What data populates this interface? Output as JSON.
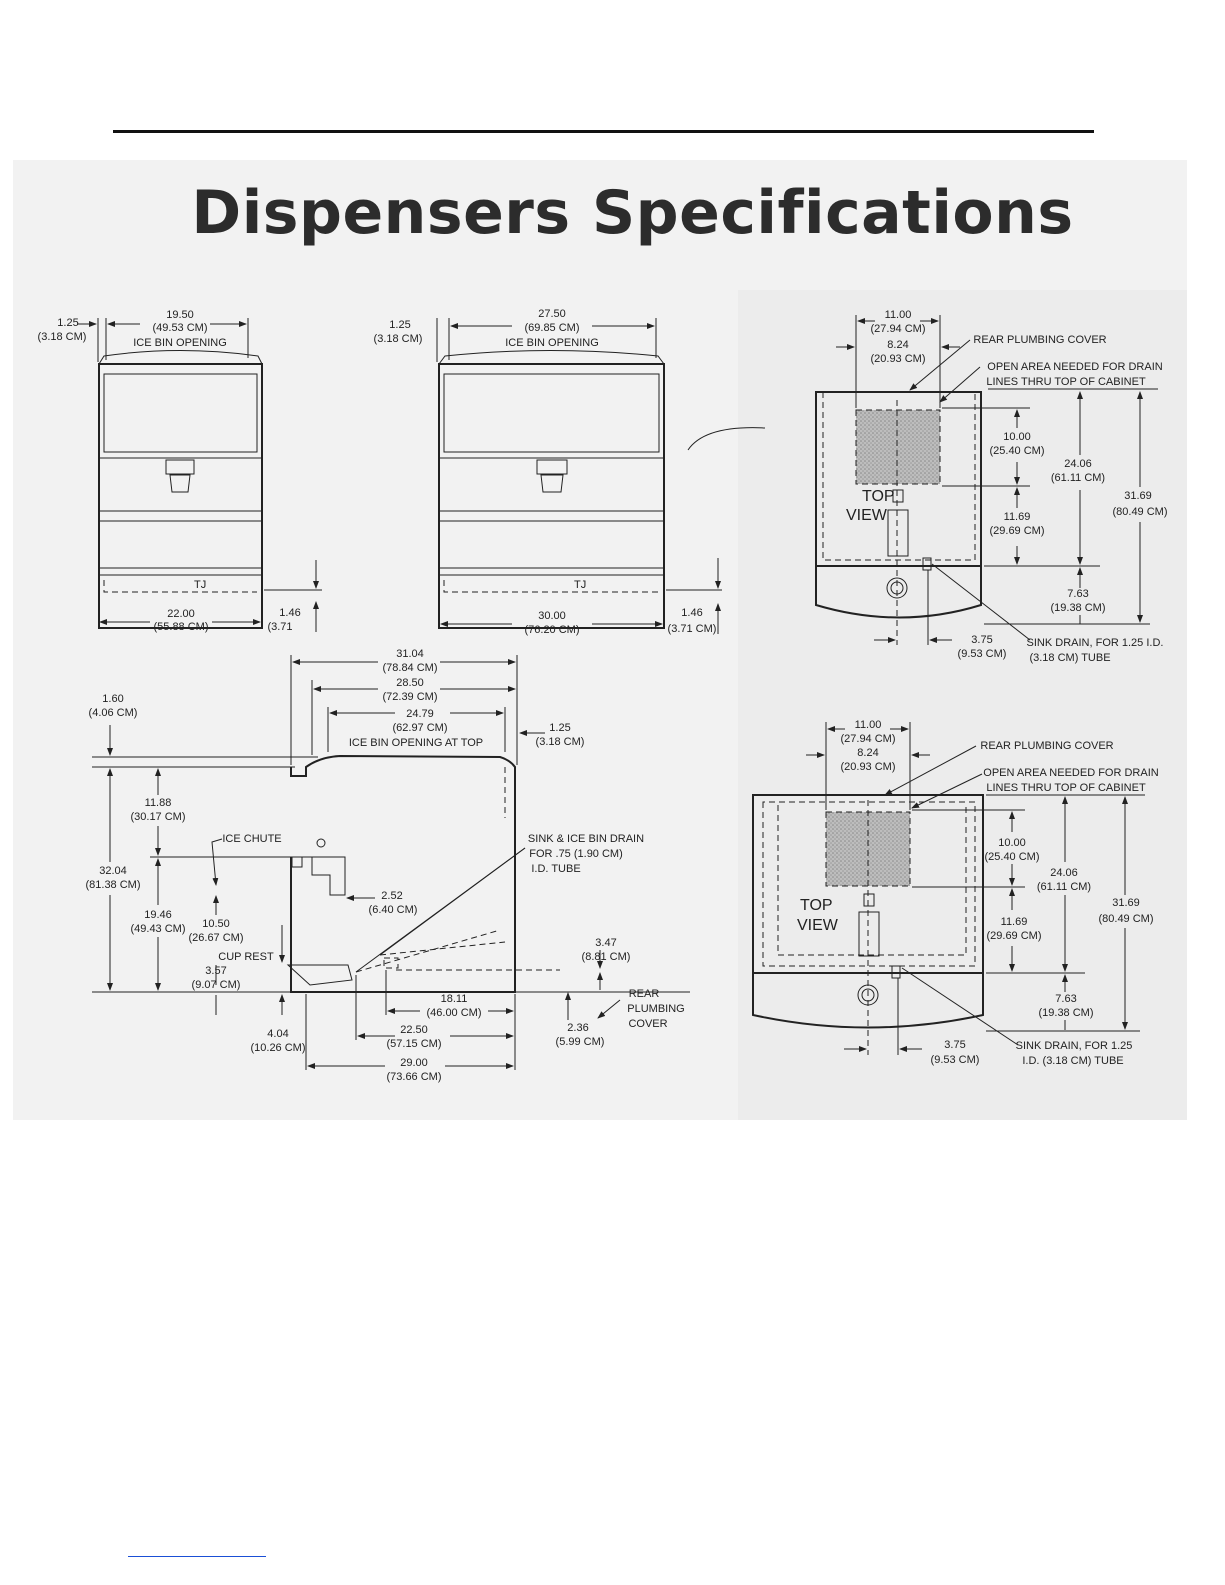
{
  "title": "Dispensers Specifications",
  "front_small": {
    "side_dim": "1.25",
    "side_dim_cm": "(3.18 CM)",
    "opening": "19.50",
    "opening_cm": "(49.53 CM)",
    "opening_label": "ICE BIN OPENING",
    "width": "22.00",
    "width_cm": "(55.88 CM)",
    "base": "1.46",
    "base_cm": "(3.71"
  },
  "front_large": {
    "side_dim": "1.25",
    "side_dim_cm": "(3.18 CM)",
    "opening": "27.50",
    "opening_cm": "(69.85 CM)",
    "opening_label": "ICE BIN OPENING",
    "width": "30.00",
    "width_cm": "(76.20 CM)",
    "base": "1.46",
    "base_cm": "(3.71 CM)"
  },
  "side": {
    "d1": "31.04",
    "d1_cm": "(78.84 CM)",
    "d2": "28.50",
    "d2_cm": "(72.39 CM)",
    "d3": "24.79",
    "d3_cm": "(62.97 CM)",
    "d3_label": "ICE BIN OPENING AT TOP",
    "d4": "1.25",
    "d4_cm": "(3.18 CM)",
    "d5": "1.60",
    "d5_cm": "(4.06 CM)",
    "d6": "11.88",
    "d6_cm": "(30.17 CM)",
    "chute": "ICE CHUTE",
    "drain": "SINK & ICE BIN DRAIN",
    "drain2": "FOR .75 (1.90 CM)",
    "drain3": "I.D. TUBE",
    "d7": "32.04",
    "d7_cm": "(81.38 CM)",
    "d8": "19.46",
    "d8_cm": "(49.43 CM)",
    "d9": "10.50",
    "d9_cm": "(26.67 CM)",
    "d10": "2.52",
    "d10_cm": "(6.40 CM)",
    "cup": "CUP REST",
    "d11": "3.57",
    "d11_cm": "(9.07 CM)",
    "d12": "3.47",
    "d12_cm": "(8.81 CM)",
    "d13": "18.11",
    "d13_cm": "(46.00 CM)",
    "rear": "REAR",
    "rear2": "PLUMBING",
    "rear3": "COVER",
    "d14": "2.36",
    "d14_cm": "(5.99 CM)",
    "d15": "4.04",
    "d15_cm": "(10.26 CM)",
    "d16": "22.50",
    "d16_cm": "(57.15 CM)",
    "d17": "29.00",
    "d17_cm": "(73.66 CM)"
  },
  "top_view_1": {
    "w": "11.00",
    "w_cm": "(27.94 CM)",
    "w2": "8.24",
    "w2_cm": "(20.93 CM)",
    "rear_cover": "REAR PLUMBING COVER",
    "open1": "OPEN AREA NEEDED FOR DRAIN",
    "open2": "LINES THRU TOP OF CABINET",
    "h1": "10.00",
    "h1_cm": "(25.40 CM)",
    "h2": "24.06",
    "h2_cm": "(61.11 CM)",
    "h3": "31.69",
    "h3_cm": "(80.49 CM)",
    "h4": "11.69",
    "h4_cm": "(29.69 CM)",
    "h5": "7.63",
    "h5_cm": "(19.38 CM)",
    "top": "TOP",
    "view": "VIEW",
    "d": "3.75",
    "d_cm": "(9.53 CM)",
    "sink1": "SINK DRAIN, FOR 1.25 I.D.",
    "sink2": "(3.18 CM) TUBE"
  },
  "top_view_2": {
    "w": "11.00",
    "w_cm": "(27.94 CM)",
    "w2": "8.24",
    "w2_cm": "(20.93 CM)",
    "rear_cover": "REAR PLUMBING COVER",
    "open1": "OPEN AREA NEEDED FOR DRAIN",
    "open2": "LINES THRU TOP OF CABINET",
    "h1": "10.00",
    "h1_cm": "(25.40 CM)",
    "h2": "24.06",
    "h2_cm": "(61.11 CM)",
    "h3": "31.69",
    "h3_cm": "(80.49 CM)",
    "h4": "11.69",
    "h4_cm": "(29.69 CM)",
    "h5": "7.63",
    "h5_cm": "(19.38 CM)",
    "top": "TOP",
    "view": "VIEW",
    "d": "3.75",
    "d_cm": "(9.53 CM)",
    "sink1": "SINK DRAIN, FOR 1.25",
    "sink2": "I.D. (3.18 CM) TUBE"
  }
}
